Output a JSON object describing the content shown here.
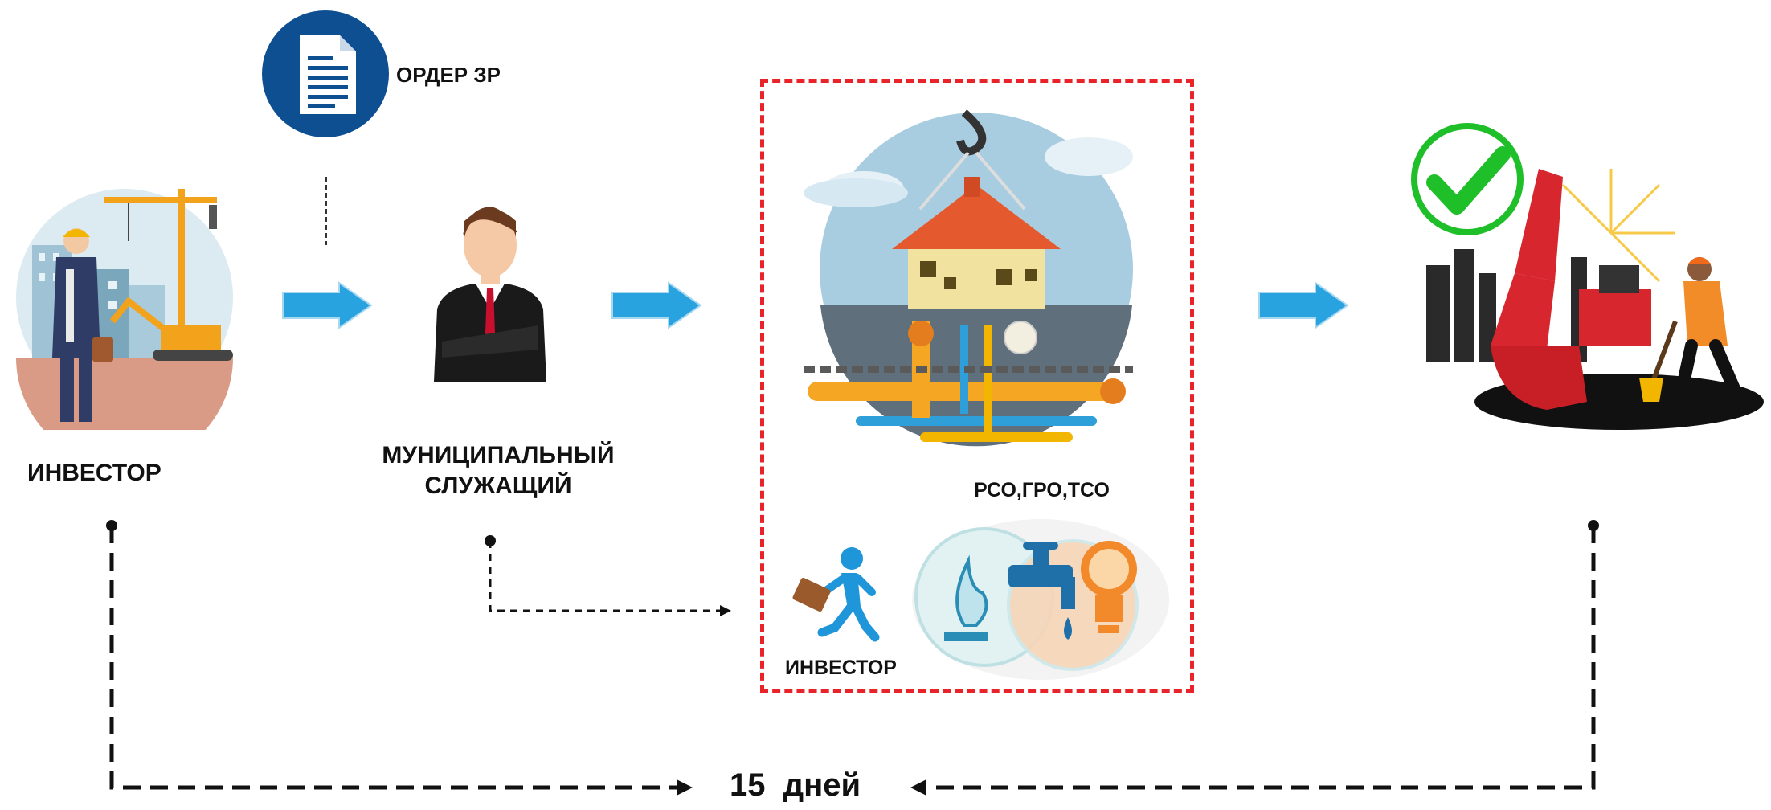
{
  "labels": {
    "order": "ОРДЕР ЗР",
    "investor": "ИНВЕСТОР",
    "municipal_line1": "МУНИЦИПАЛЬНЫЙ",
    "municipal_line2": "СЛУЖАЩИЙ",
    "utilities": "РСО,ГРО,ТСО",
    "investor_small": "ИНВЕСТОР",
    "duration": "15  дней"
  },
  "icons": [
    "document-icon",
    "construction-investor-icon",
    "official-icon",
    "house-utilities-icon",
    "running-investor-icon",
    "utilities-icon",
    "checkmark-icon",
    "excavator-worker-icon",
    "arrow-icon"
  ],
  "colors": {
    "arrow": "#29a3e0",
    "order_circle": "#0d4f91",
    "dashed_box": "#e8242a",
    "check": "#1fbf2a",
    "excavator": "#d7262e"
  }
}
